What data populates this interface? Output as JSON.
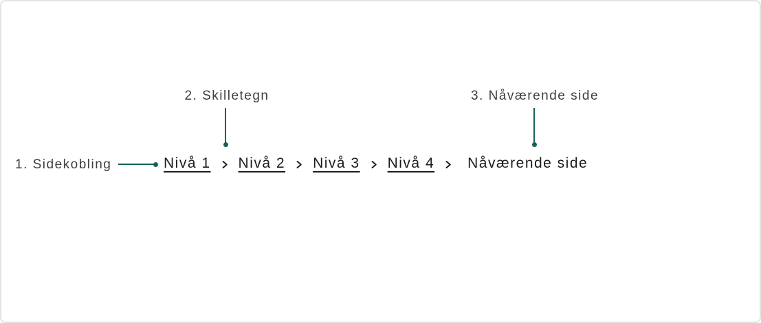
{
  "colors": {
    "accent": "#17615a",
    "annotation_text": "#3d3d42",
    "breadcrumb_text": "#1c1c1f",
    "canvas_border": "#e3e3e3",
    "background": "#ffffff"
  },
  "annotations": {
    "page_link": {
      "label": "1. Sidekobling"
    },
    "separator": {
      "label": "2. Skilletegn"
    },
    "current_page": {
      "label": "3. Nåværende side"
    }
  },
  "breadcrumb": {
    "links": [
      "Nivå 1",
      "Nivå 2",
      "Nivå 3",
      "Nivå 4"
    ],
    "current_page": "Nåværende side",
    "separator_icon": "chevron-right"
  }
}
